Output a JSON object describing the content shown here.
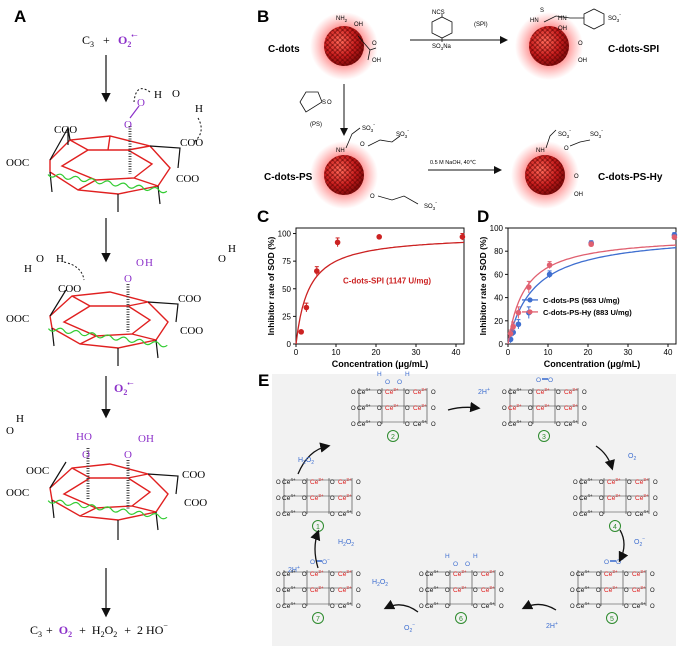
{
  "panel_labels": {
    "a": "A",
    "b": "B",
    "c": "C",
    "d": "D",
    "e": "E"
  },
  "colors": {
    "purple": "#8b2fc9",
    "red": "#e02020",
    "green": "#33cc33",
    "blue": "#3f6fd0",
    "pink": "#e06070",
    "dark_red": "#cc2222",
    "step_green": "#2e8b2e",
    "bg_e": "#f2f2f2"
  },
  "panel_a": {
    "top_c3": "C",
    "top_c3_sub": "3",
    "plus": "+",
    "o2": "O",
    "o2_sub": "2",
    "o2_sup": "•−",
    "coo": "COO",
    "ooc": "OOC",
    "h": "H",
    "o": "O",
    "bottom": {
      "c3": "C",
      "c3_sub": "3",
      "o2": "O",
      "o2_sub": "2",
      "h2o2": "H",
      "h2o2_sub": "2",
      "h2o2_o": "O",
      "h2o2_sub2": "2",
      "ho": "2 HO",
      "ho_sup": "−"
    }
  },
  "panel_b": {
    "cdots": "C-dots",
    "cdots_spi": "C-dots-SPI",
    "cdots_ps": "C-dots-PS",
    "cdots_ps_hy": "C-dots-PS-Hy",
    "spi_reagent": "(SPI)",
    "ps_reagent": "(PS)",
    "naoh": "0.5 M NaOH, 40℃",
    "nh2": "NH",
    "nh2_sub": "2",
    "oh": "OH",
    "o": "O",
    "ncs": "NCS",
    "so3na": "SO",
    "so3na_tail": "Na",
    "so3": "SO",
    "hn": "HN",
    "nh": "NH",
    "s": "S",
    "o2s": "O",
    "ps_o": "O"
  },
  "chart_data": [
    {
      "type": "line",
      "panel": "C",
      "xlabel": "Concentration (μg/mL)",
      "ylabel": "Inhibitor rate of SOD (%)",
      "xlim": [
        0,
        42
      ],
      "ylim": [
        0,
        105
      ],
      "xticks": [
        0,
        10,
        20,
        30,
        40
      ],
      "yticks": [
        0,
        25,
        50,
        75,
        100
      ],
      "series": [
        {
          "name": "C-dots-SPI (1147 U/mg)",
          "color": "#cc2222",
          "x": [
            1.3,
            2.6,
            5.2,
            10.4,
            20.8,
            41.6
          ],
          "y": [
            11,
            33,
            66,
            92,
            97,
            97
          ],
          "err": [
            1,
            4,
            4,
            4,
            1,
            3
          ]
        }
      ]
    },
    {
      "type": "line",
      "panel": "D",
      "xlabel": "Concentration (μg/mL)",
      "ylabel": "Inhibitor rate of SOD (%)",
      "xlim": [
        0,
        42
      ],
      "ylim": [
        0,
        100
      ],
      "xticks": [
        0,
        10,
        20,
        30,
        40
      ],
      "yticks": [
        0,
        20,
        40,
        60,
        80,
        100
      ],
      "series": [
        {
          "name": "C-dots-PS (563 U/mg)",
          "color": "#3f6fd0",
          "x": [
            0.65,
            1.3,
            2.6,
            5.2,
            10.4,
            20.8,
            41.6
          ],
          "y": [
            4,
            10,
            17,
            27,
            60,
            87,
            94
          ],
          "err": [
            3,
            3,
            4,
            5,
            3,
            2,
            2
          ]
        },
        {
          "name": "C-dots-PS-Hy (883 U/mg)",
          "color": "#e06070",
          "x": [
            0.65,
            1.3,
            2.6,
            5.2,
            10.4,
            20.8,
            41.6
          ],
          "y": [
            9,
            15,
            27,
            49,
            68,
            86,
            92
          ],
          "err": [
            3,
            4,
            5,
            5,
            3,
            2,
            2
          ]
        }
      ]
    }
  ],
  "panel_e": {
    "ce4": "Ce",
    "ce4_sup": "4+",
    "ce3": "Ce",
    "ce3_sup": "3+",
    "o": "O",
    "h": "H",
    "h2o2": "H",
    "h2o2_sub": "2",
    "h2o2_o": "O",
    "h2o2_sub2": "2",
    "two_h": "2H",
    "two_h_sup": "+",
    "o2": "O",
    "o2_sub": "2",
    "o2_minus_sup": "−",
    "steps": [
      "1",
      "2",
      "3",
      "4",
      "5",
      "6",
      "7"
    ]
  }
}
